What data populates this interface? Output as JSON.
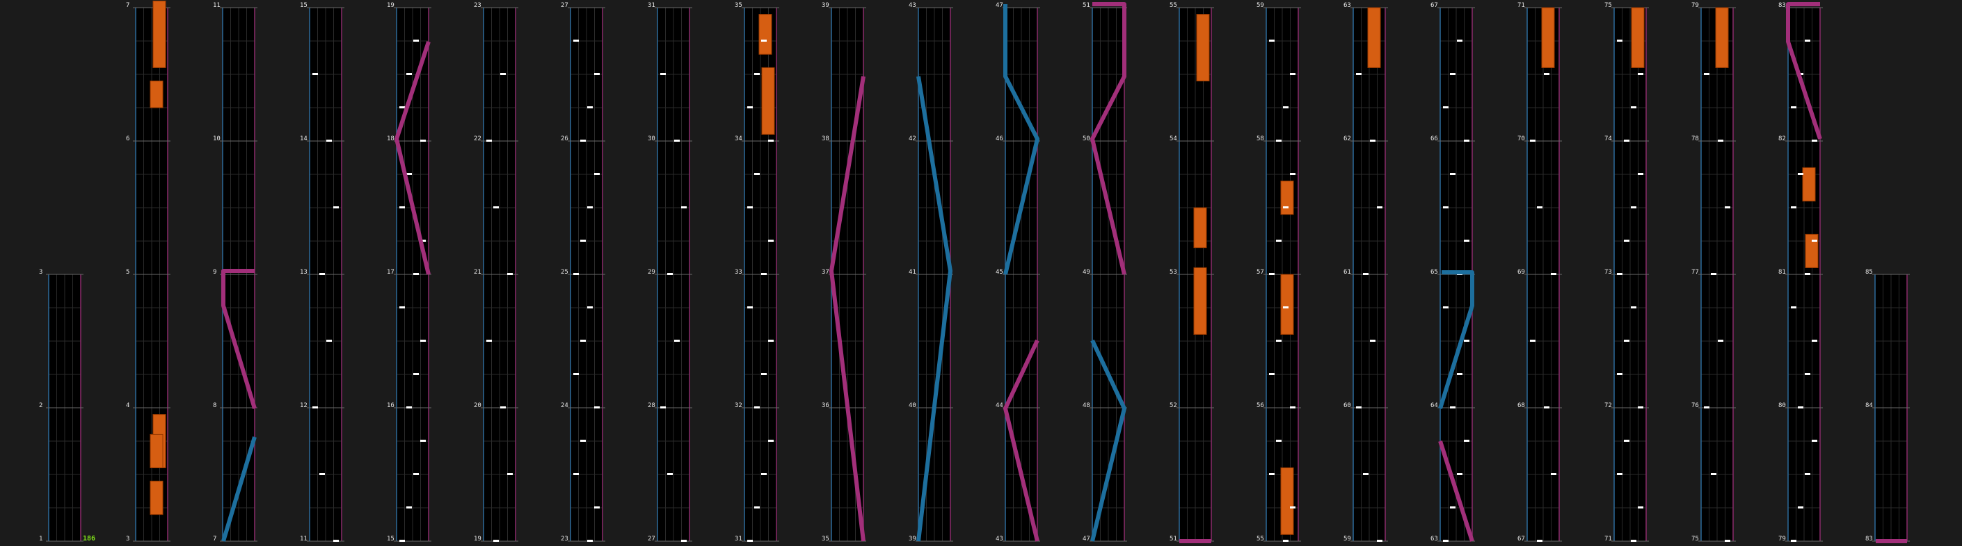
{
  "app": "rhythm-game chart preview (beatmap measure columns)",
  "colors": {
    "background": "#1b1b1b",
    "lane_bg": "#000000",
    "grid": "#2a2a2a",
    "measure_line": "#6a6a6a",
    "left_border": "#2c6a9a",
    "right_border": "#8a2a6a",
    "tap_note": "#ffffff",
    "hold_note": "#d65e12",
    "laser_left": "#1d6f9e",
    "laser_right": "#a22f7a",
    "combo": "#7fdc1a"
  },
  "combo_count": "186",
  "chart_data": {
    "type": "beatmap-columns",
    "columns": [
      {
        "measures": [
          "1",
          "2",
          "3"
        ],
        "combo": "186"
      },
      {
        "measures": [
          "3",
          "4",
          "5",
          "6",
          "7"
        ]
      },
      {
        "measures": [
          "7",
          "8",
          "9",
          "10",
          "11"
        ]
      },
      {
        "measures": [
          "11",
          "12",
          "13",
          "14",
          "15"
        ]
      },
      {
        "measures": [
          "15",
          "16",
          "17",
          "18",
          "19"
        ]
      },
      {
        "measures": [
          "19",
          "20",
          "21",
          "22",
          "23"
        ]
      },
      {
        "measures": [
          "23",
          "24",
          "25",
          "26",
          "27"
        ]
      },
      {
        "measures": [
          "27",
          "28",
          "29",
          "30",
          "31"
        ]
      },
      {
        "measures": [
          "31",
          "32",
          "33",
          "34",
          "35"
        ]
      },
      {
        "measures": [
          "35",
          "36",
          "37",
          "38",
          "39"
        ]
      },
      {
        "measures": [
          "39",
          "40",
          "41",
          "42",
          "43"
        ]
      },
      {
        "measures": [
          "43",
          "44",
          "45",
          "46",
          "47"
        ]
      },
      {
        "measures": [
          "47",
          "48",
          "49",
          "50",
          "51"
        ]
      },
      {
        "measures": [
          "51",
          "52",
          "53",
          "54",
          "55"
        ]
      },
      {
        "measures": [
          "55",
          "56",
          "57",
          "58",
          "59"
        ]
      },
      {
        "measures": [
          "59",
          "60",
          "61",
          "62",
          "63"
        ]
      },
      {
        "measures": [
          "63",
          "64",
          "65",
          "66",
          "67"
        ]
      },
      {
        "measures": [
          "67",
          "68",
          "69",
          "70",
          "71"
        ]
      },
      {
        "measures": [
          "71",
          "72",
          "73",
          "74",
          "75"
        ]
      },
      {
        "measures": [
          "75",
          "76",
          "77",
          "78",
          "79"
        ]
      },
      {
        "measures": [
          "79",
          "80",
          "81",
          "82",
          "83"
        ]
      },
      {
        "measures": [
          "83",
          "84",
          "85"
        ]
      }
    ]
  }
}
